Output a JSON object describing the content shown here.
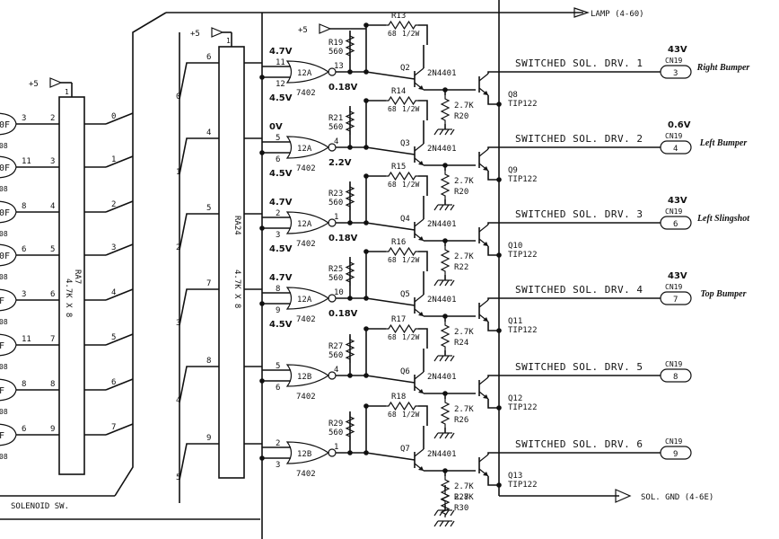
{
  "colors": {
    "green_voltage": "#6aa521",
    "red_voltage": "#c0261c",
    "ink": "#111111"
  },
  "top_bus": {
    "label": "LAMP (4-60)"
  },
  "bottom_bus": {
    "label": "SOL. GND (4-6E)"
  },
  "solenoid_label": "SOLENOID SW.",
  "ra7": {
    "part": "RA7",
    "value": "4.7K X 8",
    "pin1": "1",
    "supply": "+5",
    "left_gates": [
      {
        "in": "3",
        "out": "2",
        "f": "0F",
        "t": "08"
      },
      {
        "in": "11",
        "out": "3",
        "f": "0F",
        "t": "08"
      },
      {
        "in": "8",
        "out": "4",
        "f": "0F",
        "t": "08"
      },
      {
        "in": "6",
        "out": "5",
        "f": "0F",
        "t": "08"
      },
      {
        "in": "3",
        "out": "6",
        "f": "F",
        "t": "08"
      },
      {
        "in": "11",
        "out": "7",
        "f": "F",
        "t": "08"
      },
      {
        "in": "8",
        "out": "8",
        "f": "F",
        "t": "08"
      },
      {
        "in": "6",
        "out": "9",
        "f": "F",
        "t": "08"
      }
    ],
    "bus_numbers": [
      "0",
      "1",
      "2",
      "3",
      "4",
      "5",
      "6",
      "7"
    ]
  },
  "ra24": {
    "part": "RA24",
    "value": "4.7K X 8",
    "pin1": "1",
    "supply": "+5",
    "pins": [
      "6",
      "4",
      "5",
      "7",
      "8",
      "9"
    ],
    "bus_numbers": [
      "0",
      "1",
      "2",
      "3",
      "4",
      "5"
    ]
  },
  "gate_supply": "+5",
  "channels": [
    {
      "gate": "12A",
      "ic": "7402",
      "in_a": "11",
      "in_b": "12",
      "out": "13",
      "r_pull": "R19",
      "r_pull_val": "560",
      "r_base": "R13",
      "r_base_val": "68",
      "r_base_w": "1/2W",
      "q_drv": "Q2",
      "q_drv_type": "2N4401",
      "r_em": "R20",
      "r_em_val": "2.7K",
      "q_out": "Q8",
      "q_out_type": "TIP122",
      "switch": "SWITCHED SOL. DRV. 1",
      "conn": "CN19",
      "conn_pin": "3",
      "v_in_a": "4.7V",
      "v_in_b": "4.5V",
      "v_out": "0.18V",
      "v_conn": "43V",
      "note": "Right Bumper",
      "v_in_a_color": "green",
      "v_out_color": "green",
      "v_conn_color": "green"
    },
    {
      "gate": "12A",
      "ic": "7402",
      "in_a": "5",
      "in_b": "6",
      "out": "4",
      "r_pull": "R21",
      "r_pull_val": "560",
      "r_base": "R14",
      "r_base_val": "68",
      "r_base_w": "1/2W",
      "q_drv": "Q3",
      "q_drv_type": "2N4401",
      "r_em": "R20",
      "r_em_val": "2.7K",
      "q_out": "Q9",
      "q_out_type": "TIP122",
      "switch": "SWITCHED SOL. DRV. 2",
      "conn": "CN19",
      "conn_pin": "4",
      "v_in_a": "0V",
      "v_in_b": "4.5V",
      "v_out": "2.2V",
      "v_conn": "0.6V",
      "note": "Left Bumper",
      "v_in_a_color": "red",
      "v_out_color": "red",
      "v_conn_color": "red"
    },
    {
      "gate": "12A",
      "ic": "7402",
      "in_a": "2",
      "in_b": "3",
      "out": "1",
      "r_pull": "R23",
      "r_pull_val": "560",
      "r_base": "R15",
      "r_base_val": "68",
      "r_base_w": "1/2W",
      "q_drv": "Q4",
      "q_drv_type": "2N4401",
      "r_em": "R22",
      "r_em_val": "2.7K",
      "q_out": "Q10",
      "q_out_type": "TIP122",
      "switch": "SWITCHED SOL. DRV. 3",
      "conn": "CN19",
      "conn_pin": "6",
      "v_in_a": "4.7V",
      "v_in_b": "4.5V",
      "v_out": "0.18V",
      "v_conn": "43V",
      "note": "Left Slingshot",
      "v_in_a_color": "green",
      "v_out_color": "green",
      "v_conn_color": "green"
    },
    {
      "gate": "12A",
      "ic": "7402",
      "in_a": "8",
      "in_b": "9",
      "out": "10",
      "r_pull": "R25",
      "r_pull_val": "560",
      "r_base": "R16",
      "r_base_val": "68",
      "r_base_w": "1/2W",
      "q_drv": "Q5",
      "q_drv_type": "2N4401",
      "r_em": "R24",
      "r_em_val": "2.7K",
      "q_out": "Q11",
      "q_out_type": "TIP122",
      "switch": "SWITCHED SOL. DRV. 4",
      "conn": "CN19",
      "conn_pin": "7",
      "v_in_a": "4.7V",
      "v_in_b": "4.5V",
      "v_out": "0.18V",
      "v_conn": "43V",
      "note": "Top Bumper",
      "v_in_a_color": "green",
      "v_out_color": "green",
      "v_conn_color": "green"
    },
    {
      "gate": "12B",
      "ic": "7402",
      "in_a": "5",
      "in_b": "6",
      "out": "4",
      "r_pull": "R27",
      "r_pull_val": "560",
      "r_base": "R17",
      "r_base_val": "68",
      "r_base_w": "1/2W",
      "q_drv": "Q6",
      "q_drv_type": "2N4401",
      "r_em": "R26",
      "r_em_val": "2.7K",
      "q_out": "Q12",
      "q_out_type": "TIP122",
      "switch": "SWITCHED SOL. DRV. 5",
      "conn": "CN19",
      "conn_pin": "8",
      "v_in_a": "",
      "v_in_b": "",
      "v_out": "",
      "v_conn": "",
      "note": "",
      "v_in_a_color": "green",
      "v_out_color": "green",
      "v_conn_color": "green"
    },
    {
      "gate": "12B",
      "ic": "7402",
      "in_a": "2",
      "in_b": "3",
      "out": "1",
      "r_pull": "R29",
      "r_pull_val": "560",
      "r_base": "R18",
      "r_base_val": "68",
      "r_base_w": "1/2W",
      "q_drv": "Q7",
      "q_drv_type": "2N4401",
      "r_em": "R28",
      "r_em_val": "2.7K",
      "q_out": "Q13",
      "q_out_type": "TIP122",
      "switch": "SWITCHED SOL. DRV. 6",
      "conn": "CN19",
      "conn_pin": "9",
      "v_in_a": "",
      "v_in_b": "",
      "v_out": "",
      "v_conn": "",
      "note": "",
      "v_in_a_color": "green",
      "v_out_color": "green",
      "v_conn_color": "green"
    }
  ],
  "extra_emitter": {
    "r": "R30",
    "val": "2.7K"
  }
}
